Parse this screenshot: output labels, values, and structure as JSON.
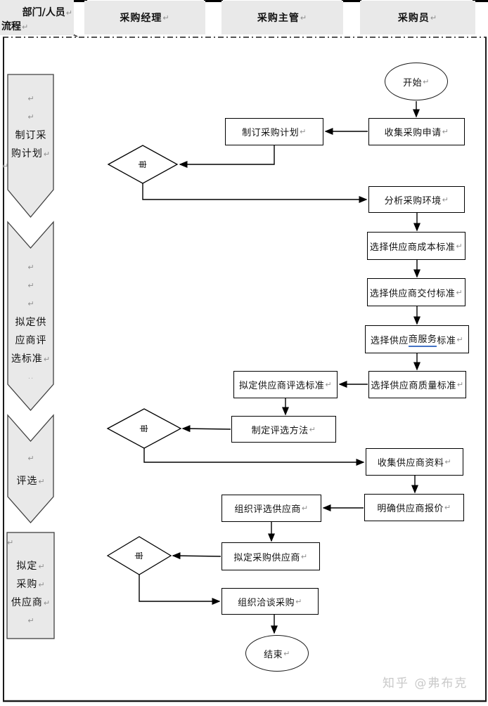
{
  "header": {
    "corner": {
      "top_right": "部门/人员",
      "bottom_left": "流程"
    },
    "columns": [
      {
        "label": "采购经理"
      },
      {
        "label": "采购主管"
      },
      {
        "label": "采购员"
      }
    ]
  },
  "marks": {
    "pilcrow": "↵",
    "dots": ".."
  },
  "lanes": [
    {
      "name": "制订采购计划",
      "lines": [
        "制订采",
        "购计划"
      ]
    },
    {
      "name": "拟定供应商评选标准",
      "lines": [
        "拟定供",
        "应商评",
        "选标准"
      ]
    },
    {
      "name": "评选",
      "lines": [
        "评选"
      ]
    },
    {
      "name": "拟定采购供应商",
      "lines": [
        "拟定",
        "采购",
        "供应商"
      ]
    }
  ],
  "nodes": {
    "start": "开始",
    "end": "结束",
    "collect_request": "收集采购申请",
    "make_plan": "制订采购计划",
    "analyze_env": "分析采购环境",
    "cost_criteria": "选择供应商成本标准",
    "delivery_criteria": "选择供应商交付标准",
    "service_criteria": {
      "prefix": "选择供应",
      "underlined": "商服务",
      "suffix": "标准"
    },
    "quality_criteria": "选择供应商质量标准",
    "draft_criteria": "拟定供应商评选标准",
    "make_method": "制定评选方法",
    "collect_info": "收集供应商资料",
    "clarify_quote": "明确供应商报价",
    "organize_selection": "组织评选供应商",
    "draft_suppliers": "拟定采购供应商",
    "organize_negotiation": "组织洽谈采购"
  },
  "decisions": [
    {
      "label": "审"
    },
    {
      "label": "审"
    },
    {
      "label": "审"
    }
  ],
  "watermark": "知乎 @弗布克",
  "colors": {
    "lane_fill": "#e9e9e9",
    "header_fill": "#e9e9e9",
    "mark_gray": "#8f8f8f",
    "underline_blue": "#4472c4",
    "watermark_gray": "#c9c9c9"
  }
}
